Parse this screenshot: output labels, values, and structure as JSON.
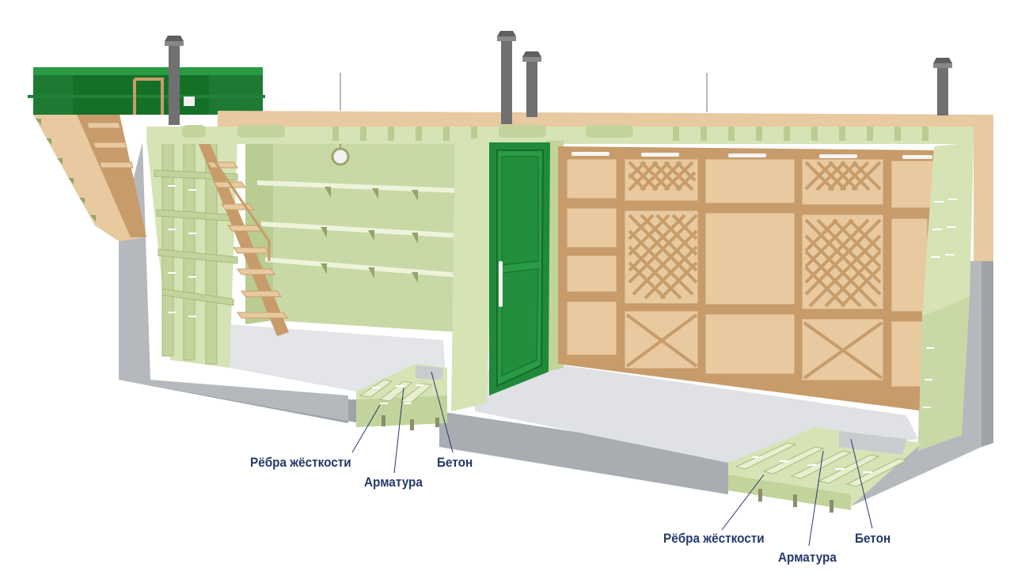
{
  "labels": {
    "left": {
      "ribs": "Рёбра жёсткости",
      "rebar": "Арматура",
      "concrete": "Бетон"
    },
    "right": {
      "ribs": "Рёбра жёсткости",
      "rebar": "Арматура",
      "concrete": "Бетон"
    }
  },
  "colors": {
    "wall": "#d6e3b5",
    "wall_dark": "#b9cd92",
    "concrete": "#c9cccf",
    "concrete_dark": "#9ea3a8",
    "floor": "#e3e5e8",
    "wood": "#e8c9a0",
    "wood_dark": "#c79c6a",
    "door": "#1f8a3a",
    "hatch": "#1e7a33",
    "pipe": "#707070",
    "label": "#243a6b"
  }
}
